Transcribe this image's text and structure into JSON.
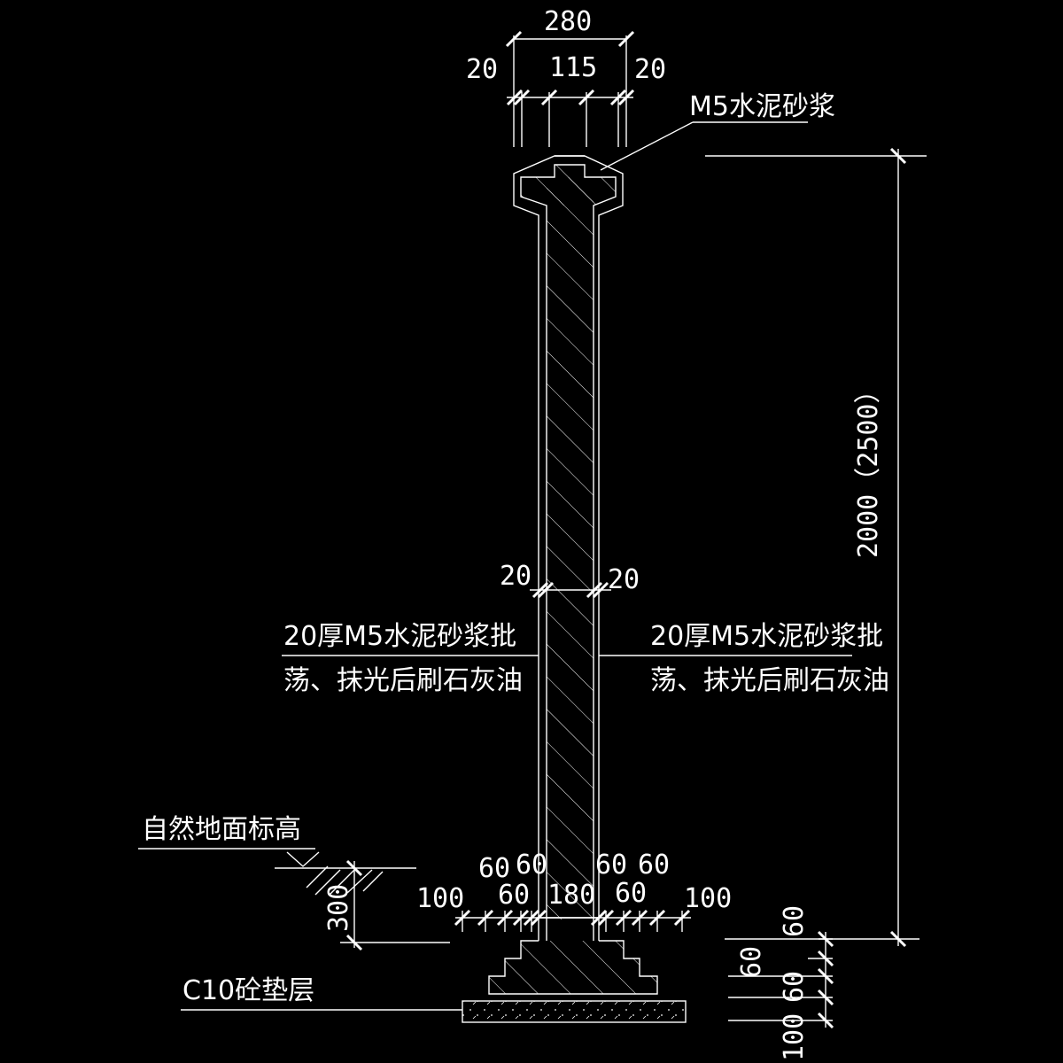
{
  "colors": {
    "background": "#000000",
    "lines": "#ffffff",
    "hatch": "#ffffff"
  },
  "dimensions": {
    "top_total": "280",
    "top_left": "20",
    "top_mid": "115",
    "top_right": "20",
    "height": "2000（2500）",
    "mid_left": "20",
    "mid_right": "20",
    "base_l1": "60",
    "base_l2": "60",
    "base_r1": "60",
    "base_r2": "60",
    "base_l_outer": "100",
    "base_l_mid": "60",
    "base_center": "180",
    "base_r_mid": "60",
    "base_r_outer": "100",
    "depth": "300",
    "step_1": "60",
    "step_2": "60",
    "step_3": "60",
    "pad": "100"
  },
  "annotations": {
    "cap_material": "M5水泥砂浆",
    "left_finish_line1": "20厚M5水泥砂浆批",
    "left_finish_line2": "荡、抹光后刷石灰油",
    "right_finish_line1": "20厚M5水泥砂浆批",
    "right_finish_line2": "荡、抹光后刷石灰油",
    "ground_level": "自然地面标高",
    "concrete_bed": "C10砼垫层"
  }
}
